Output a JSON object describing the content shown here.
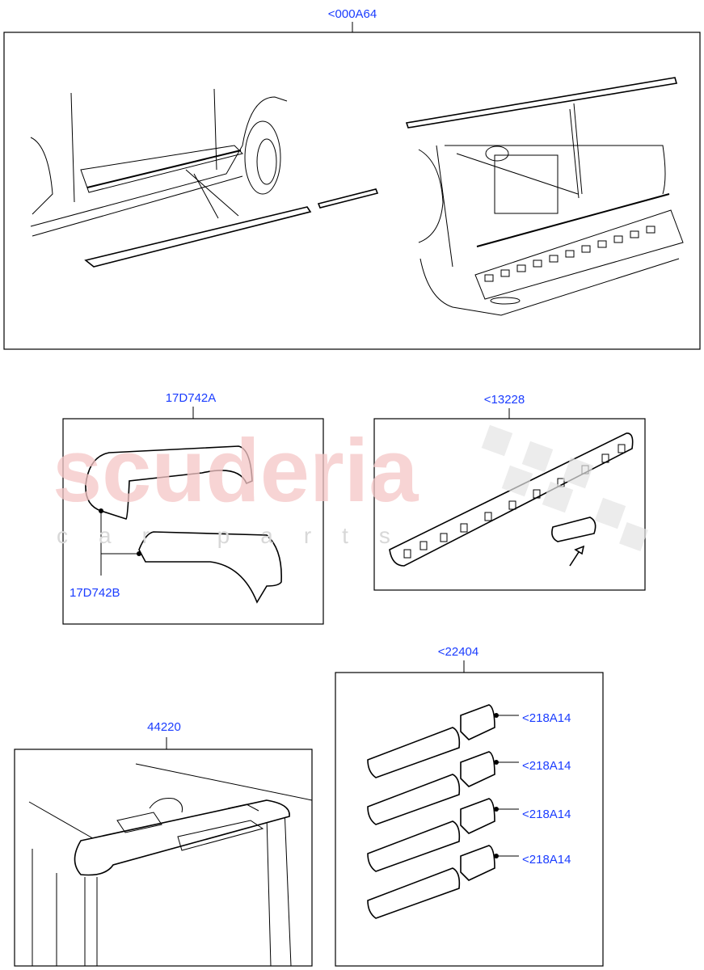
{
  "watermark": {
    "brand": "scuderia",
    "sub": "car parts"
  },
  "callouts": {
    "exterior_trim": "<000A64",
    "mirror_cap_a": "17D742A",
    "mirror_cap_b": "17D742B",
    "bumper_protector": "<13228",
    "door_handles": "<22404",
    "spoiler": "44220",
    "handle_covers": [
      "<218A14",
      "<218A14",
      "<218A14",
      "<218A14"
    ]
  },
  "colors": {
    "label": "#1a3cff",
    "line": "#000000",
    "watermark": "#f4c6c6"
  }
}
